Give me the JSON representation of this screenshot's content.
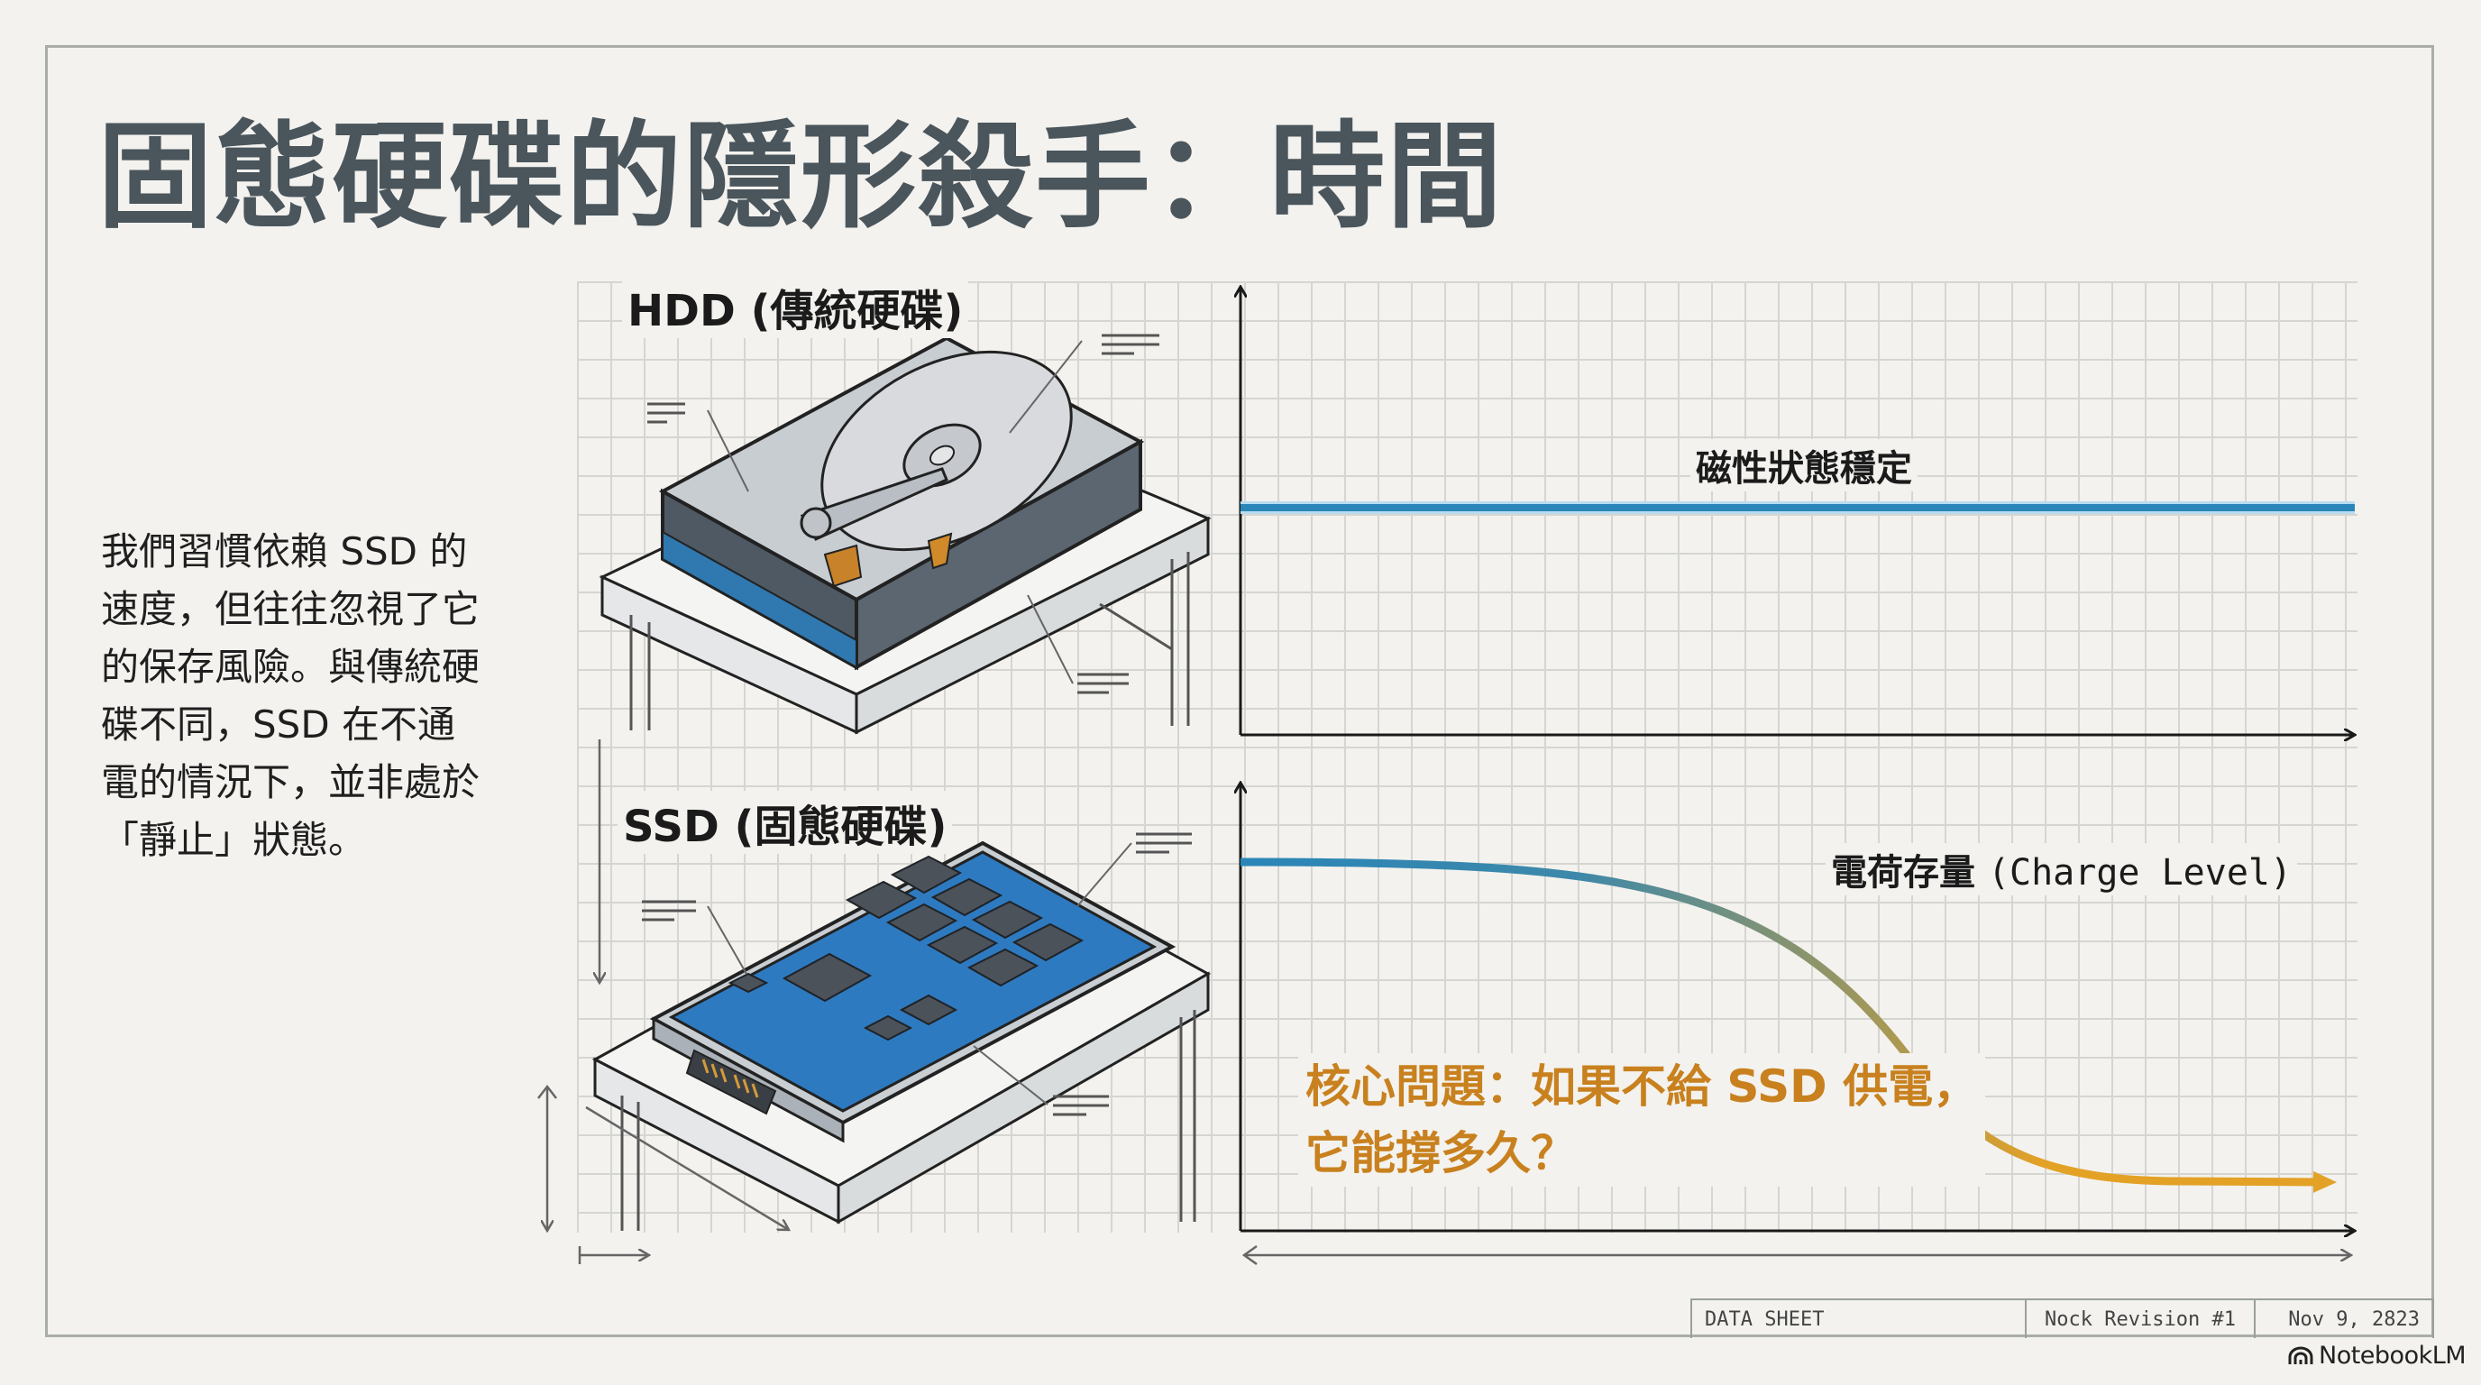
{
  "slide": {
    "title": "固態硬碟的隱形殺手：時間",
    "body_lines": [
      "我們習慣依賴 SSD 的",
      "速度，但往往忽視了它",
      "的保存風險。與傳統硬",
      "碟不同，SSD 在不通",
      "電的情況下，並非處於",
      "「靜止」狀態。"
    ],
    "hdd_label": "HDD (傳統硬碟)",
    "ssd_label": "SSD (固態硬碟)",
    "question_lines": [
      "核心問題：如果不給 SSD 供電，",
      "它能撐多久？"
    ],
    "icons": [
      "hdd-illustration-icon",
      "ssd-illustration-icon",
      "notebooklm-logo-icon"
    ]
  },
  "chart_data": [
    {
      "type": "line",
      "title": "HDD",
      "annotation": "磁性狀態穩定",
      "xlabel": "",
      "ylabel": "",
      "x": [
        0,
        0.25,
        0.5,
        0.75,
        1.0
      ],
      "series": [
        {
          "name": "磁性狀態",
          "values": [
            0.6,
            0.6,
            0.6,
            0.6,
            0.6
          ],
          "color": "#2a86b8"
        }
      ],
      "ylim": [
        0,
        1
      ],
      "grid": true,
      "legend": "none"
    },
    {
      "type": "line",
      "title": "SSD",
      "annotation": "電荷存量 (Charge Level)",
      "xlabel": "",
      "ylabel": "",
      "x": [
        0,
        0.25,
        0.5,
        0.65,
        0.8,
        0.9,
        1.0
      ],
      "series": [
        {
          "name": "電荷存量 (Charge Level)",
          "values": [
            0.82,
            0.8,
            0.7,
            0.52,
            0.25,
            0.12,
            0.1
          ],
          "color_start": "#2a86b8",
          "color_end": "#e3a126"
        }
      ],
      "ylim": [
        0,
        1
      ],
      "grid": true,
      "legend": "none"
    }
  ],
  "colors": {
    "title": "#4a555c",
    "hdd_line": "#2a86b8",
    "ssd_curve_start": "#2a86b8",
    "ssd_curve_end": "#e3a126",
    "question": "#c8811e",
    "background": "#f3f2ee"
  },
  "footer": {
    "sheet": "DATA SHEET",
    "revision": "Nock Revision #1",
    "date": "Nov 9, 2823",
    "brand": "NotebookLM"
  }
}
